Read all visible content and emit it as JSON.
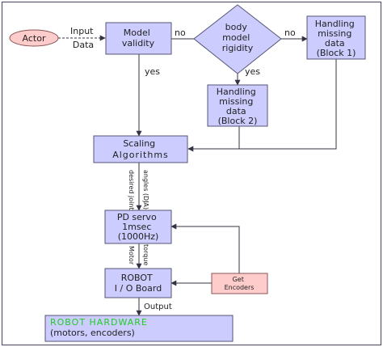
{
  "nodes": {
    "actor": "Actor",
    "model_validity": [
      "Model",
      "validity"
    ],
    "body_model_rigidity": [
      "body",
      "model",
      "rigidity"
    ],
    "handling_block1": [
      "Handling",
      "missing",
      "data",
      "(Block 1)"
    ],
    "handling_block2": [
      "Handling",
      "missing",
      "data",
      "(Block 2)"
    ],
    "scaling": [
      "Scaling",
      "Algorithms"
    ],
    "pd_servo": [
      "PD servo",
      "1msec",
      "(1000Hz)"
    ],
    "robot_io": [
      "ROBOT",
      "I / O Board"
    ],
    "get_encoders": [
      "Get",
      "Encoders"
    ],
    "robot_hardware": [
      "ROBOT HARDWARE",
      "(motors, encoders)"
    ]
  },
  "labels": {
    "input_data": [
      "Input",
      "Data"
    ],
    "no1": "no",
    "no2": "no",
    "yes1": "yes",
    "yes2": "yes",
    "desired_joint": [
      "desired joint",
      "angles (DJA)"
    ],
    "motor_torque": [
      "Motor",
      "torque"
    ],
    "output": "Output"
  },
  "colors": {
    "box_fill": "#ccccff",
    "actor_fill": "#ffcccc",
    "hardware_title": "#22cc22"
  }
}
